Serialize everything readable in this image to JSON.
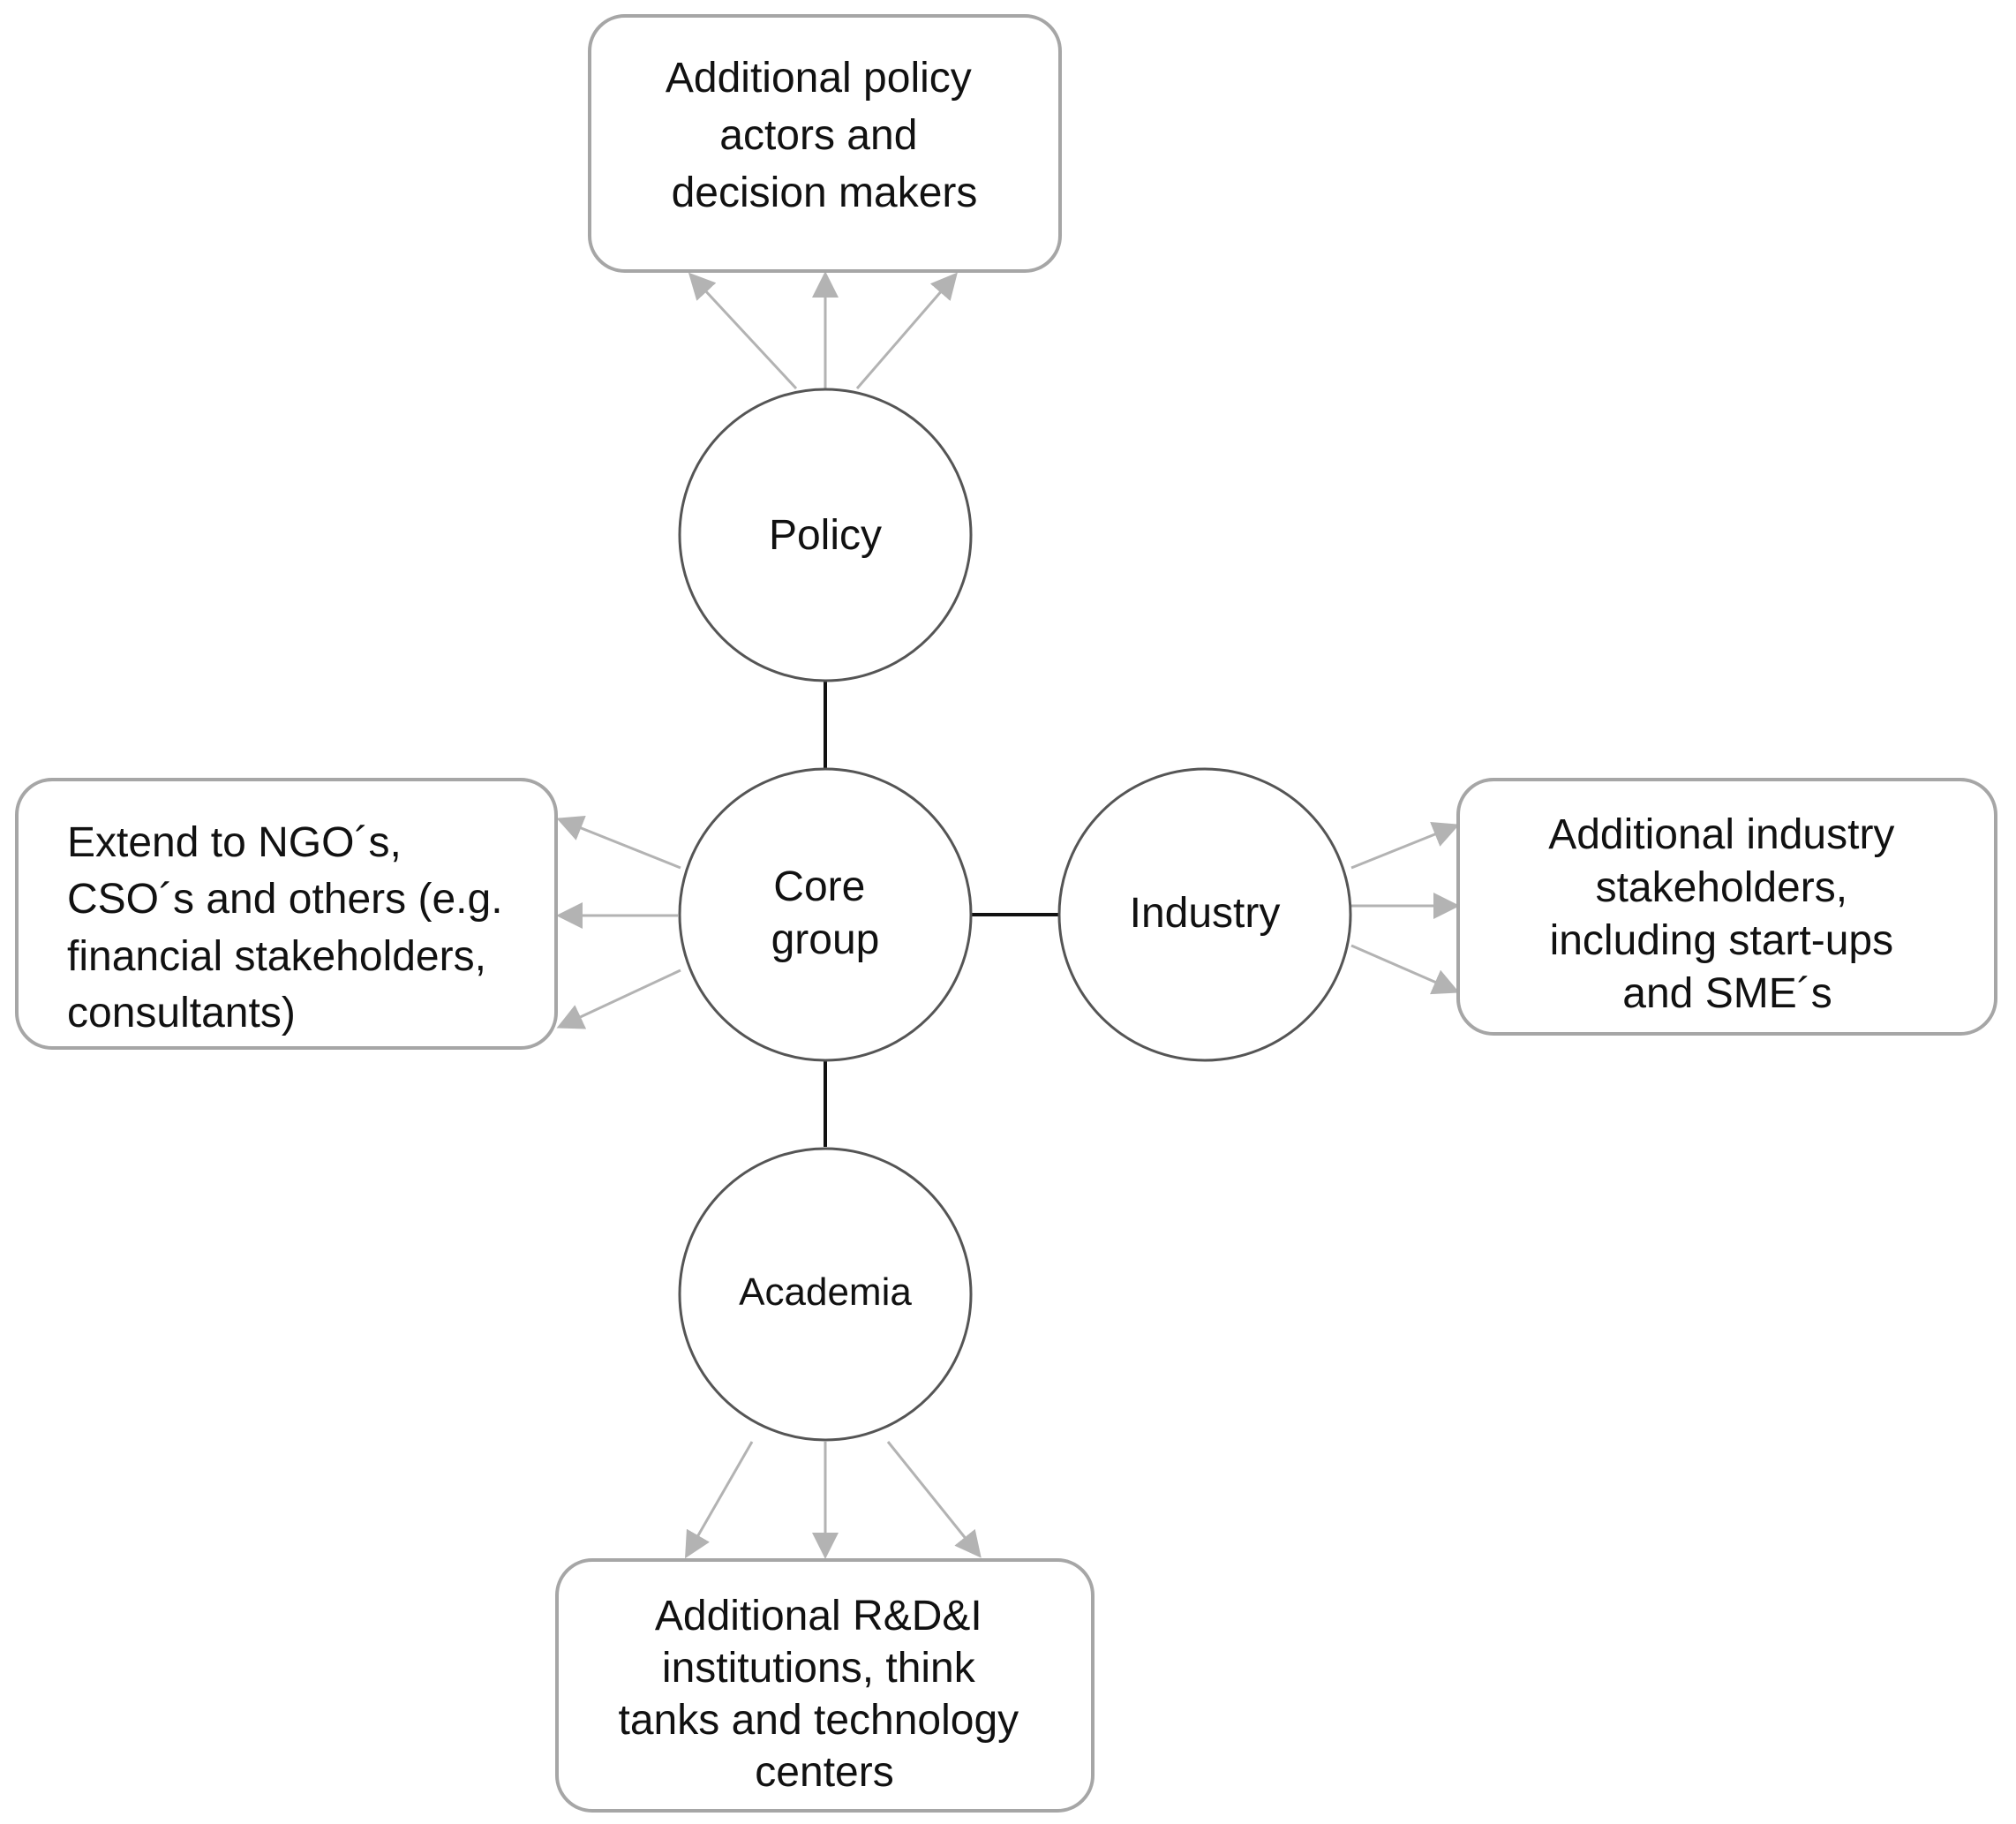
{
  "diagram": {
    "nodes": {
      "core": {
        "lines": [
          "Core",
          "group"
        ]
      },
      "policy": {
        "lines": [
          "Policy"
        ]
      },
      "industry": {
        "lines": [
          "Industry"
        ]
      },
      "academia": {
        "lines": [
          "Academia"
        ]
      }
    },
    "boxes": {
      "top": {
        "lines": [
          "Additional policy",
          "actors and",
          "decision makers"
        ]
      },
      "left": {
        "lines": [
          "Extend to NGO´s,",
          "CSO´s and others (e.g.",
          "financial stakeholders,",
          "consultants)"
        ]
      },
      "right": {
        "lines": [
          "Additional industry",
          "stakeholders,",
          "including start-ups",
          "and SME´s"
        ]
      },
      "bottom": {
        "lines": [
          "Additional R&D&I",
          "institutions, think",
          "tanks and technology",
          "centers"
        ]
      }
    },
    "colors": {
      "circle_stroke": "#555555",
      "box_stroke": "#a6a6a6",
      "connector": "#111111",
      "arrow": "#b3b3b3",
      "text": "#111111"
    }
  }
}
